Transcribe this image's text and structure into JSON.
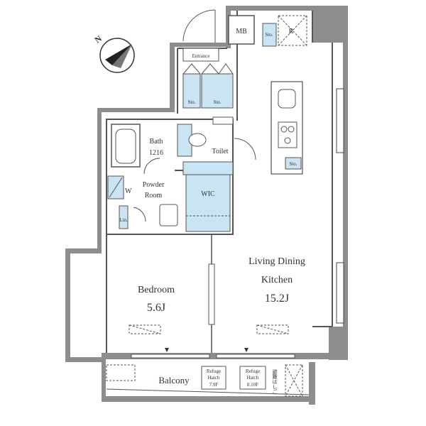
{
  "rooms": {
    "mb": "MB",
    "sto_top": "Sto.",
    "r": "R",
    "entrance": "Entrance",
    "sto1": "Sto.",
    "sto2": "Sto.",
    "bath_name": "Bath",
    "bath_size": "1216",
    "toilet": "Toilet",
    "powder_line1": "Powder",
    "powder_line2": "Room",
    "w": "W",
    "lin": "Lin.",
    "wic": "WIC",
    "sto_kitchen": "Sto.",
    "ldk_line1": "Living Dining",
    "ldk_line2": "Kitchen",
    "ldk_size": "15.2J",
    "bedroom_name": "Bedroom",
    "bedroom_size": "5.6J",
    "balcony": "Balcony",
    "refuge1_line1": "Refuge",
    "refuge1_line2": "Hatch",
    "refuge1_line3": "7.9F",
    "refuge2_line1": "Refuge",
    "refuge2_line2": "Hatch",
    "refuge2_line3": "8.10F",
    "ladder": "避難はしご"
  },
  "compass": {
    "label": "N"
  },
  "colors": {
    "wall": "#888888",
    "highlight": "#c9e4f2",
    "line": "#555555"
  }
}
